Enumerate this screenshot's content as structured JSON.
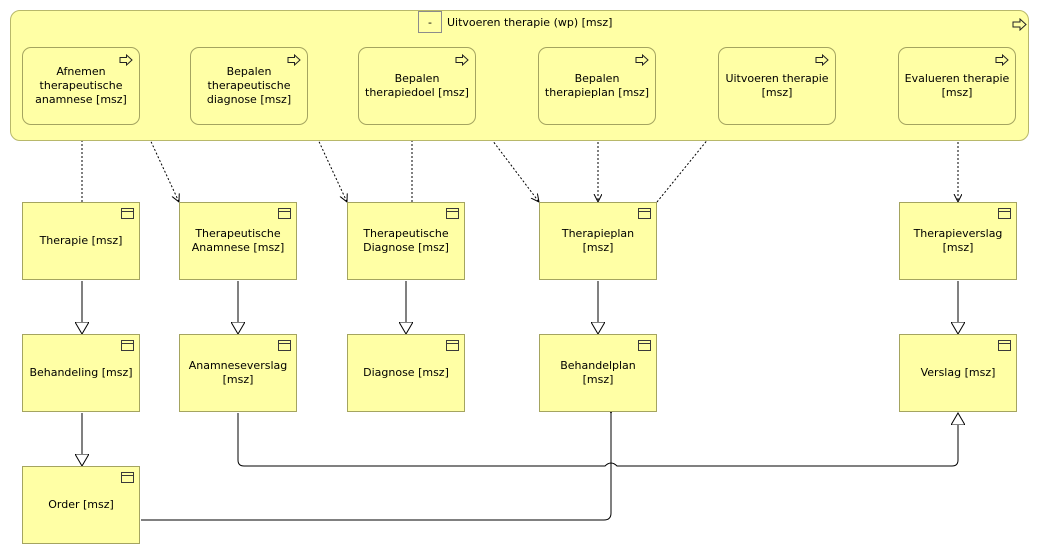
{
  "group": {
    "collapse_symbol": "-",
    "title": "Uitvoeren therapie (wp) [msz]",
    "icon": "process-arrow-icon"
  },
  "processes": {
    "afnemen": "Afnemen therapeutische anamnese [msz]",
    "bepalen_diagnose": "Bepalen therapeutische diagnose [msz]",
    "bepalen_doel": "Bepalen therapiedoel [msz]",
    "bepalen_plan": "Bepalen therapieplan [msz]",
    "uitvoeren": "Uitvoeren therapie [msz]",
    "evalueren": "Evalueren therapie [msz]"
  },
  "objects": {
    "therapie": "Therapie [msz]",
    "therapeutische_anamnese": "Therapeutische Anamnese [msz]",
    "therapeutische_diagnose": "Therapeutische Diagnose [msz]",
    "therapieplan": "Therapieplan [msz]",
    "therapieverslag": "Therapieverslag [msz]",
    "behandeling": "Behandeling [msz]",
    "anamneseverslag": "Anamneseverslag [msz]",
    "diagnose": "Diagnose [msz]",
    "behandelplan": "Behandelplan [msz]",
    "verslag": "Verslag [msz]",
    "order": "Order [msz]"
  },
  "icons": {
    "process": "process-arrow-icon",
    "object": "business-object-icon"
  },
  "colors": {
    "fill": "#ffffa5",
    "border": "#a4a460",
    "line": "#000000"
  }
}
